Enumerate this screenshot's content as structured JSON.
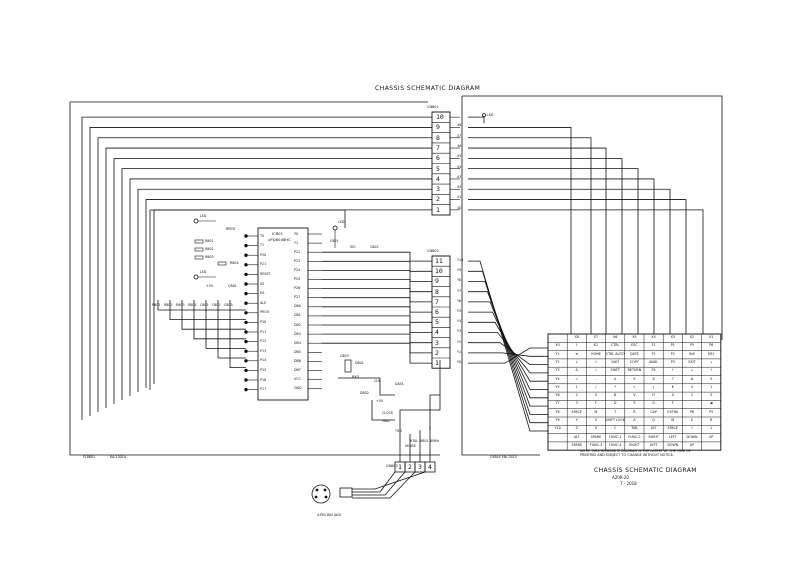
{
  "diagram": {
    "title": "CHASSIS SCHEMATIC DIAGRAM",
    "sheet_title": "CHASSIS SCHEMATIC DIAGRAM",
    "sheet_subtitle": "A20R-20",
    "sheet_rev": "7 - 2018",
    "footnote": "NOTE: THIS SCHEMATIC DIAGRAM IS THE LATEST AT THE TIME OF PRINTING AND SUBJECT TO CHANGE WITHOUT NOTICE.",
    "left_footer": [
      "FL8801",
      "KA-1301A"
    ],
    "mid_footer": "CABLE   ENI-3415",
    "jack_label": "4-PIN   DIN JACK",
    "ic": {
      "ref": "IC801",
      "part": "uPD8048HC"
    },
    "leds": [
      "LED",
      "LED",
      "LED",
      "LED"
    ],
    "connectors": {
      "cn_top": {
        "label": "CN801",
        "pins": [
          "10",
          "9",
          "8",
          "7",
          "6",
          "5",
          "4",
          "3",
          "2",
          "1"
        ]
      },
      "cn_mid": {
        "label": "CN802",
        "pins": [
          "11",
          "10",
          "9",
          "8",
          "7",
          "6",
          "5",
          "4",
          "3",
          "2",
          "1"
        ]
      },
      "cn_bot": {
        "label": "CN803",
        "pins": [
          "1",
          "2",
          "3",
          "4"
        ]
      }
    },
    "x_lines": [
      "X8",
      "X7",
      "X6",
      "X5",
      "X4",
      "X3",
      "X2",
      "X1",
      "X0"
    ],
    "y_lines": [
      "Y10",
      "Y9",
      "Y8",
      "Y7",
      "Y6",
      "Y5",
      "Y4",
      "Y3",
      "Y2",
      "Y1",
      "Y0"
    ],
    "matrix": {
      "col_headers": [
        "",
        "X8",
        "X7",
        "X6",
        "X5",
        "X4",
        "X3",
        "X2",
        "X1"
      ],
      "rows": [
        [
          "Y0",
          "↑",
          "K1",
          "CTRL",
          "ESC",
          "F1",
          "P1",
          "P5",
          "P6"
        ],
        [
          "Y1",
          "⬅",
          "HOME",
          "CTRL AUTO",
          "DATE",
          "F2",
          "P2",
          "INS",
          "DEL"
        ],
        [
          "Y2",
          "↓",
          "↑",
          "QUIT",
          "COPY",
          "AVAIL",
          "P3",
          "EXIT",
          "↘"
        ],
        [
          "Y3",
          "&",
          "✓",
          "SHIFT",
          "RETURN",
          "P4",
          "↑",
          "↓",
          "↑"
        ],
        [
          "Y4",
          "=",
          "-",
          "0",
          "9",
          "8",
          "7",
          "6",
          "5"
        ],
        [
          "Y5",
          "1",
          "/",
          "*",
          "L",
          "J",
          "K",
          "4",
          "1"
        ],
        [
          "Y6",
          "2",
          "S",
          "B",
          "V",
          "H",
          "A",
          "2",
          "3"
        ],
        [
          "Y7",
          "3",
          "F",
          "D",
          "S",
          "G",
          "F",
          ".",
          "◀"
        ],
        [
          "Y8",
          "SPACE",
          "M",
          "T",
          "R",
          "CAP",
          "EXTRA",
          "P6",
          "P5"
        ],
        [
          "Y9",
          "Y",
          "V",
          "SHIFT LOCK",
          "A",
          "Q",
          "W",
          "E",
          "R"
        ],
        [
          "Y10",
          "Z",
          "X",
          "C",
          "TAB",
          "ALT",
          "SPACE",
          "↑",
          "↓"
        ],
        [
          "",
          "ALT",
          "SPARE",
          "FUNC-1",
          "FUNC-2",
          "RIGHT",
          "LEFT",
          "DOWN",
          "UP"
        ],
        [
          "",
          "SPARE",
          "FUNC-3",
          "FUNC-4",
          "RIGHT",
          "LEFT",
          "DOWN",
          "UP",
          ""
        ]
      ]
    },
    "ic_left_pins": [
      "T0",
      "T1",
      "P20",
      "P21",
      "RESET",
      "SS",
      "EA",
      "ALE",
      "PROG",
      "P10",
      "P11",
      "P12",
      "P13",
      "P14",
      "P15",
      "P16",
      "P17"
    ],
    "ic_right_pins": [
      "Y0",
      "Y1",
      "P22",
      "P23",
      "P24",
      "P25",
      "P26",
      "P27",
      "DB0",
      "DB1",
      "DB2",
      "DB3",
      "DB4",
      "DB5",
      "DB6",
      "DB7",
      "VCC",
      "GND"
    ],
    "small_labels": [
      "R801",
      "R802",
      "R803",
      "R804",
      "C801",
      "C802",
      "C803",
      "D801",
      "D802",
      "+5V",
      "GND",
      "TXD",
      "RXD",
      "CLK",
      "DATA",
      "XTAL",
      "X801",
      "6MHz",
      "REED",
      "Q801",
      "+5V",
      "SIG",
      "CLOCK",
      "SENSE"
    ]
  }
}
